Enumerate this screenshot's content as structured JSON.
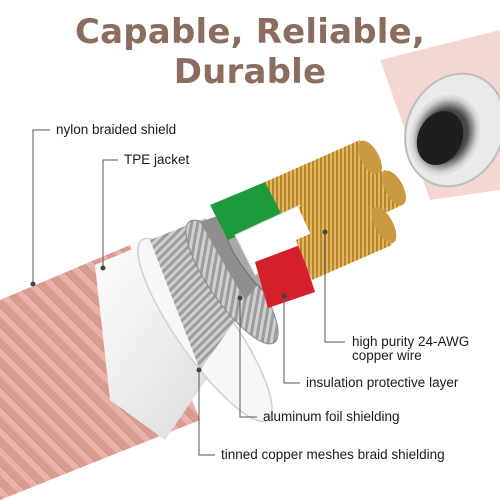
{
  "title": "Capable, Reliable, Durable",
  "labels": {
    "nylon": "nylon braided shield",
    "tpe": "TPE jacket",
    "copper_line1": "high purity 24-AWG",
    "copper_line2": "copper wire",
    "insulation": "insulation protective layer",
    "aluminum": "aluminum foil shielding",
    "tinned": "tinned copper meshes braid shielding"
  },
  "colors": {
    "title": "#8a6d5e",
    "braid": "#e6aea3",
    "jacket": "#f2f2f2",
    "green_wire": "#1e9a3a",
    "red_wire": "#d4202a",
    "white_wire": "#ffffff",
    "copper": "#d9a94a"
  }
}
